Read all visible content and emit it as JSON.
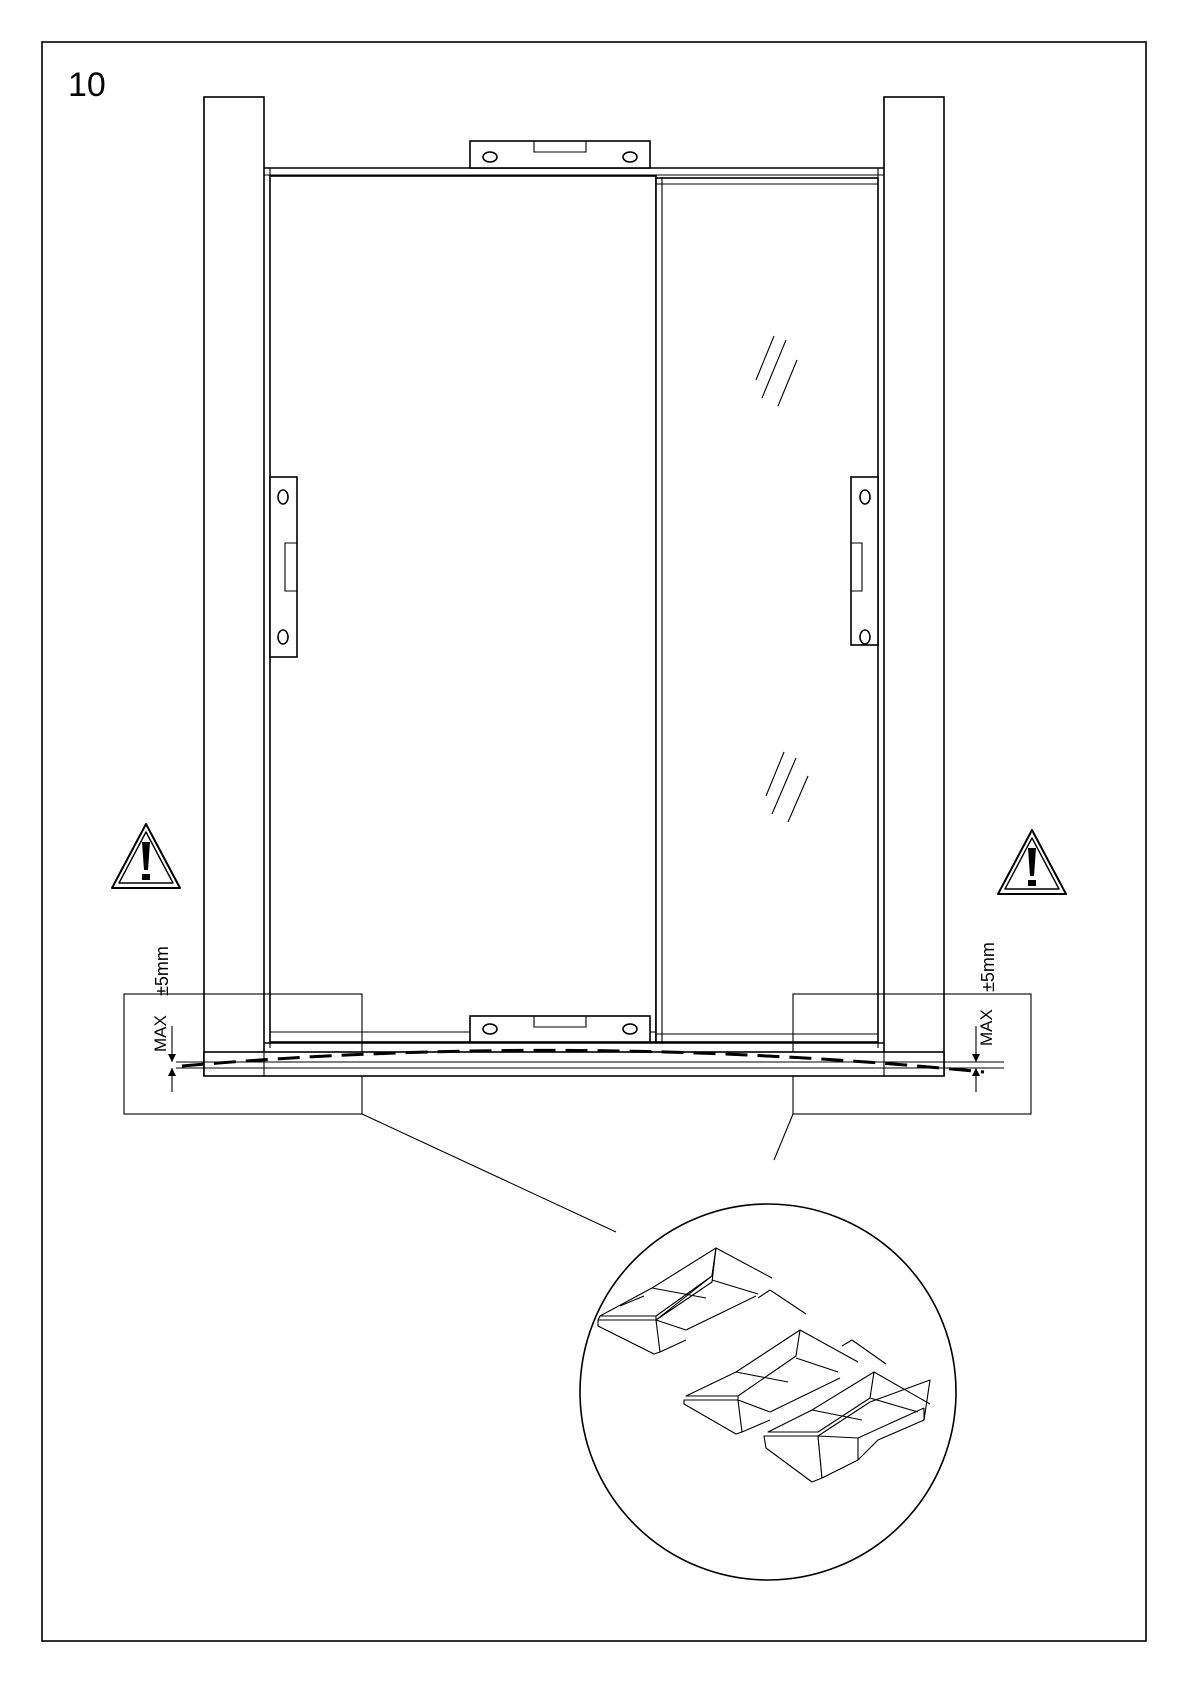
{
  "step": {
    "number": "10"
  },
  "tolerance": {
    "left": {
      "label_max": "MAX",
      "label_value": "±5mm"
    },
    "right": {
      "label_max": "MAX",
      "label_value": "±5mm"
    }
  },
  "icons": {
    "warning_left": "warning-triangle-icon",
    "warning_right": "warning-triangle-icon",
    "glass_reflection": "glass-reflection-icon"
  },
  "colors": {
    "line": "#000000",
    "background": "#ffffff"
  }
}
